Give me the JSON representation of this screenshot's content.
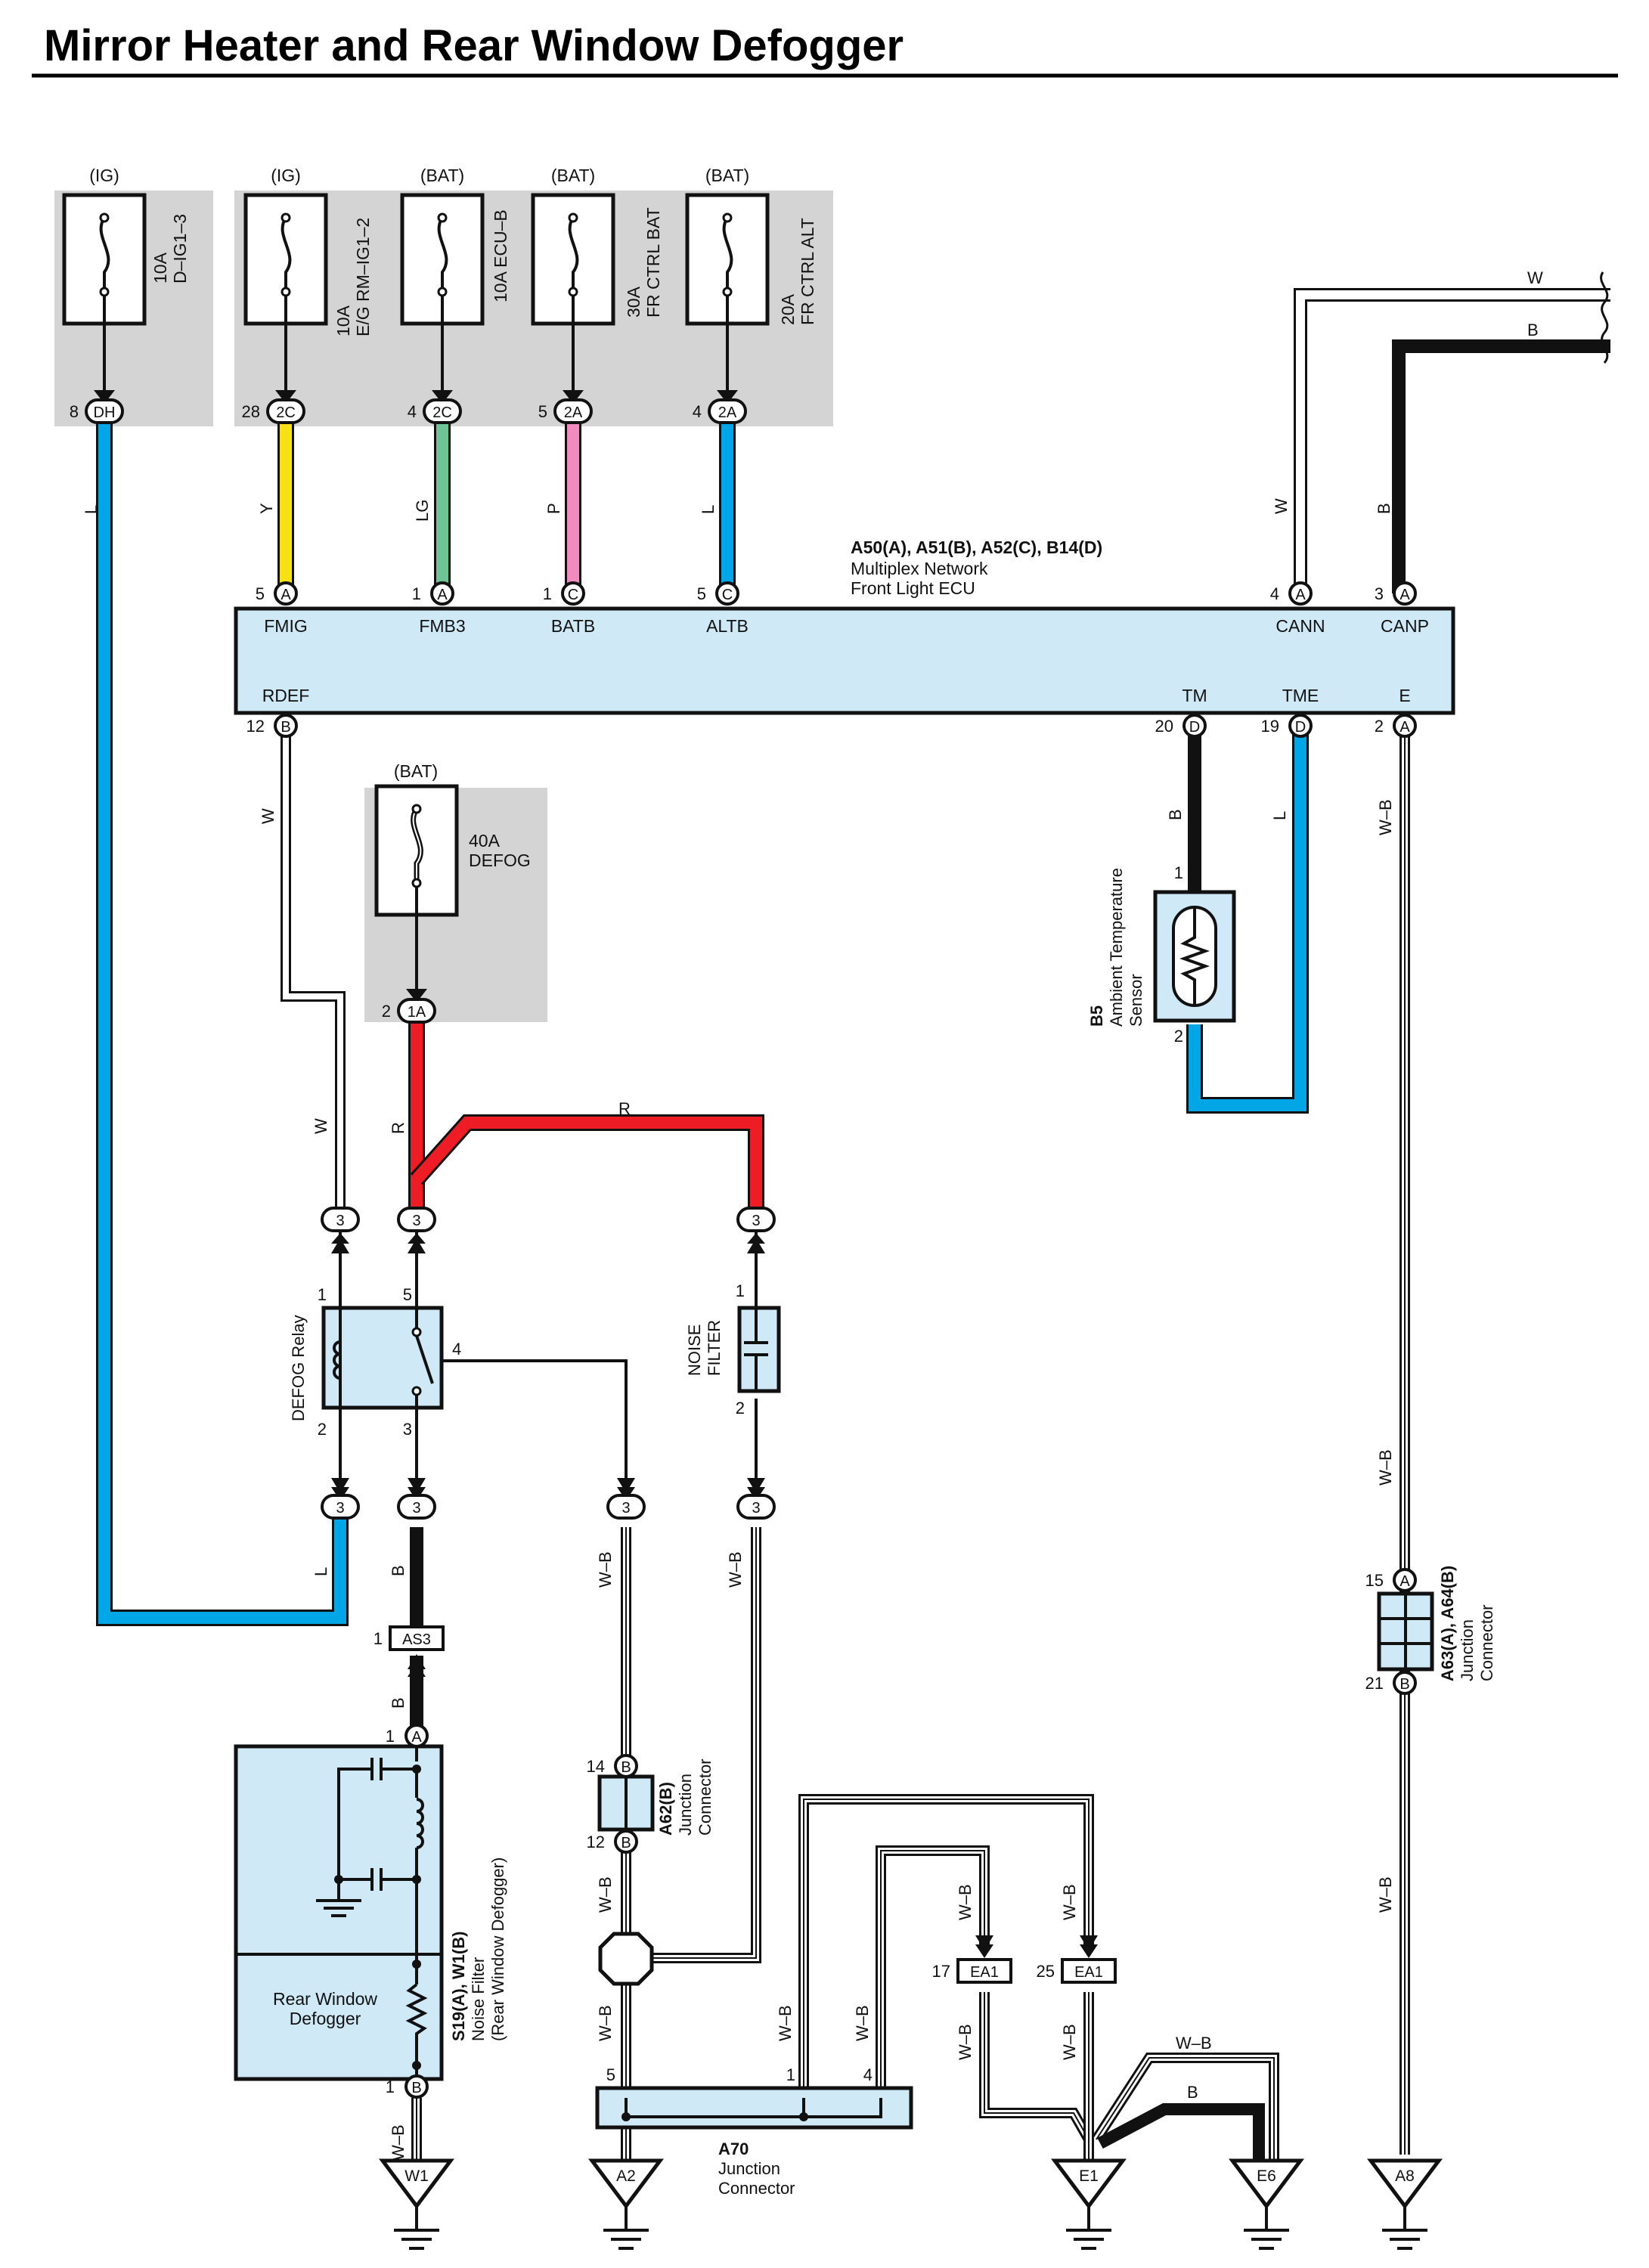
{
  "title": "Mirror Heater and Rear Window Defogger",
  "fuses": {
    "d_ig1": {
      "source": "(IG)",
      "rating": "10A",
      "name": "D–IG1–3",
      "connector": "DH",
      "pin": "8",
      "wire": "L"
    },
    "eg_rm": {
      "source": "(IG)",
      "rating": "10A",
      "name": "E/G RM–IG1–2",
      "connector": "2C",
      "pin": "28",
      "wire": "Y"
    },
    "ecu_b": {
      "source": "(BAT)",
      "rating": "10A ECU–B",
      "connector": "2C",
      "pin": "4",
      "wire": "LG"
    },
    "ctrl_bat": {
      "source": "(BAT)",
      "rating": "30A",
      "name": "FR CTRL BAT",
      "connector": "2A",
      "pin": "5",
      "wire": "P"
    },
    "ctrl_alt": {
      "source": "(BAT)",
      "rating": "20A",
      "name": "FR CTRL ALT",
      "connector": "2A",
      "pin": "4",
      "wire": "L"
    },
    "defog": {
      "source": "(BAT)",
      "rating": "40A",
      "name": "DEFOG",
      "connector": "1A",
      "pin": "2",
      "wire": "R"
    }
  },
  "ecu": {
    "code": "A50(A), A51(B), A52(C), B14(D)",
    "name1": "Multiplex Network",
    "name2": "Front Light ECU",
    "top_pins": [
      {
        "label": "FMIG",
        "pin": "5",
        "conn": "A"
      },
      {
        "label": "FMB3",
        "pin": "1",
        "conn": "A"
      },
      {
        "label": "BATB",
        "pin": "1",
        "conn": "C"
      },
      {
        "label": "ALTB",
        "pin": "5",
        "conn": "C"
      },
      {
        "label": "CANN",
        "pin": "4",
        "conn": "A"
      },
      {
        "label": "CANP",
        "pin": "3",
        "conn": "A"
      }
    ],
    "bottom_pins": [
      {
        "label": "RDEF",
        "pin": "12",
        "conn": "B"
      },
      {
        "label": "TM",
        "pin": "20",
        "conn": "D"
      },
      {
        "label": "TME",
        "pin": "19",
        "conn": "D"
      },
      {
        "label": "E",
        "pin": "2",
        "conn": "A"
      }
    ]
  },
  "can": {
    "w": "W",
    "b": "B"
  },
  "sensor": {
    "code": "B5",
    "name1": "Ambient Temperature",
    "name2": "Sensor",
    "pin1": "1",
    "pin2": "2",
    "wire_tm": "B",
    "wire_tme": "L"
  },
  "relay": {
    "name": "DEFOG Relay",
    "pin1": "1",
    "pin2": "2",
    "pin3": "3",
    "pin4": "4",
    "pin5": "5"
  },
  "noise_filter": {
    "line1": "NOISE",
    "line2": "FILTER",
    "pin1": "1",
    "pin2": "2"
  },
  "junction_pin": "3",
  "wires": {
    "w": "W",
    "r": "R",
    "l": "L",
    "b": "B",
    "wb": "W–B"
  },
  "as3": {
    "pin": "1",
    "name": "AS3"
  },
  "defogger": {
    "code": "S19(A), W1(B)",
    "name1": "Noise Filter",
    "name2": "(Rear Window Defogger)",
    "inner1": "Rear Window",
    "inner2": "Defogger",
    "pin_a": "1",
    "conn_a": "A",
    "pin_b": "1",
    "conn_b": "B"
  },
  "a62": {
    "code": "A62(B)",
    "name1": "Junction",
    "name2": "Connector",
    "pin_top": "14",
    "pin_bot": "12",
    "conn": "B"
  },
  "a63": {
    "code": "A63(A), A64(B)",
    "name1": "Junction",
    "name2": "Connector",
    "pin_top": "15",
    "conn_top": "A",
    "pin_bot": "21",
    "conn_bot": "B"
  },
  "a70": {
    "code": "A70",
    "name1": "Junction",
    "name2": "Connector",
    "pin5": "5",
    "pin1": "1",
    "pin4": "4"
  },
  "ea1": {
    "name": "EA1",
    "pin_a": "17",
    "pin_b": "25"
  },
  "grounds": [
    "W1",
    "A2",
    "E1",
    "E6",
    "A8"
  ]
}
